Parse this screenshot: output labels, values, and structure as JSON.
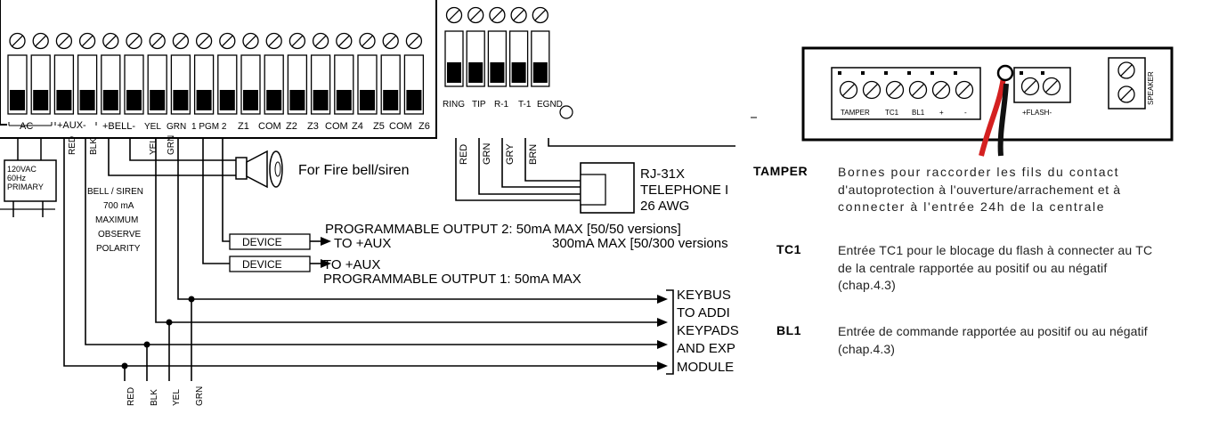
{
  "left_diagram": {
    "ac_label": "AC",
    "aux_label": "+AUX-",
    "bell_label": "+BELL-",
    "terminal_labels": {
      "yel": "YEL",
      "grn": "GRN",
      "pgm": "1 PGM 2",
      "z1": "Z1",
      "com1": "COM",
      "z2": "Z2",
      "z3": "Z3",
      "com2": "COM",
      "z4": "Z4",
      "z5": "Z5",
      "com3": "COM",
      "z6": "Z6"
    },
    "phone_terminals": [
      "RING",
      "TIP",
      "R-1",
      "T-1",
      "EGND"
    ],
    "transformer": [
      "120VAC",
      "60Hz",
      "PRIMARY"
    ],
    "wire_colors_top": [
      "RED",
      "BLK"
    ],
    "phone_wire_colors": [
      "RED",
      "GRN",
      "GRY",
      "BRN"
    ],
    "bell_note": [
      "BELL / SIREN",
      "700 mA",
      "MAXIMUM",
      "OBSERVE",
      "POLARITY"
    ],
    "fire_bell": "For Fire bell/siren",
    "rj31x": [
      "RJ-31X",
      "TELEPHONE I",
      "26 AWG"
    ],
    "pgm2_line1": "PROGRAMMABLE OUTPUT 2: 50mA MAX [50/50 versions]",
    "pgm2_line2": "300mA MAX [50/300 versions",
    "device_label": "DEVICE",
    "to_aux": "TO +AUX",
    "pgm1_line": "PROGRAMMABLE OUTPUT 1: 50mA MAX",
    "keybus": [
      "KEYBUS",
      "TO ADDI",
      "KEYPADS",
      "AND EXP",
      "MODULE"
    ],
    "bottom_wires": [
      "RED",
      "BLK",
      "YEL",
      "GRN"
    ]
  },
  "right_diagram": {
    "terminal_labels": [
      "TAMPER",
      "TC1",
      "BL1",
      "+",
      "-"
    ],
    "flash_label": "+FLASH-",
    "speaker_label": "SPEAKER"
  },
  "definitions": [
    {
      "term": "TAMPER",
      "lines": [
        "Bornes pour raccorder les fils du contact",
        "d'autoprotection à l'ouverture/arrachement et à",
        "connecter à l'entrée 24h de la centrale"
      ]
    },
    {
      "term": "TC1",
      "lines": [
        "Entrée TC1 pour le blocage du flash à connecter au TC",
        "de la centrale rapportée au positif ou au négatif",
        "(chap.4.3)"
      ]
    },
    {
      "term": "BL1",
      "lines": [
        "Entrée de commande rapportée au positif ou au négatif",
        "(chap.4.3)"
      ]
    }
  ],
  "colors": {
    "wire_red": "#d42020",
    "wire_black": "#111111"
  }
}
